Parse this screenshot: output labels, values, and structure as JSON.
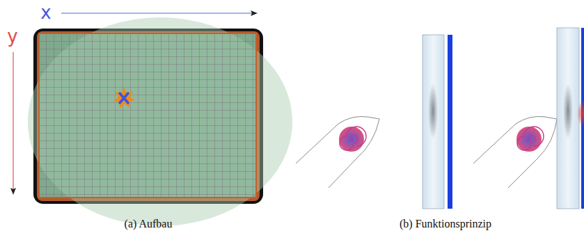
{
  "diagram": {
    "labels": [
      "x",
      "y",
      "(a) Aufbau",
      "(b) Funktionsprinzip"
    ]
  }
}
